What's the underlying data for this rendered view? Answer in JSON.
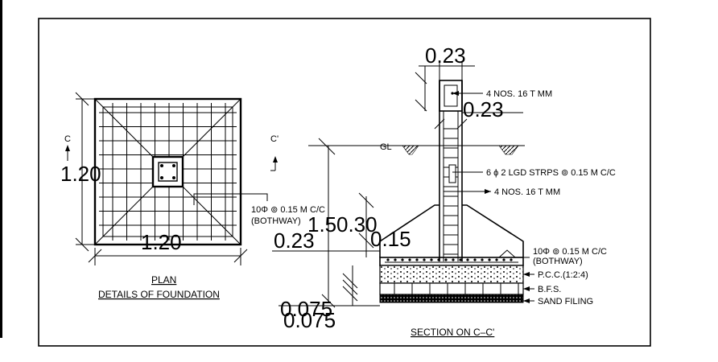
{
  "plan": {
    "title": "PLAN",
    "subtitle": "DETAILS OF FOUNDATION",
    "dim_width": "1.20",
    "dim_height": "1.20",
    "section_mark_left": "C",
    "section_mark_right": "C'",
    "rebar_note_line1": "10Φ  ⊚ 0.15 M C/C",
    "rebar_note_line2": "(BOTHWAY)"
  },
  "section": {
    "title": "SECTION ON C–C'",
    "ground_label": "GL",
    "dim_col_top": "0.23",
    "dim_col_inner": "0.23",
    "dim_depth": "1.5",
    "dim_pedestal": "0.30",
    "dim_col_width": "0.23",
    "dim_slope": "0.15",
    "dim_pcc": "0.075",
    "dim_bfs": "0.075",
    "callouts": {
      "main_bars_top": "4 NOS. 16  T  MM",
      "stirrups": "6 ϕ    2 LGD STRPS ⊚ 0.15 M C/C",
      "main_bars": "4 NOS. 16  T  MM",
      "footing_bars_1": "10Φ  ⊚ 0.15 M C/C",
      "footing_bars_2": "(BOTHWAY)",
      "pcc": "P.C.C.(1:2:4)",
      "bfs": "B.F.S.",
      "sand": "SAND FILING"
    }
  }
}
